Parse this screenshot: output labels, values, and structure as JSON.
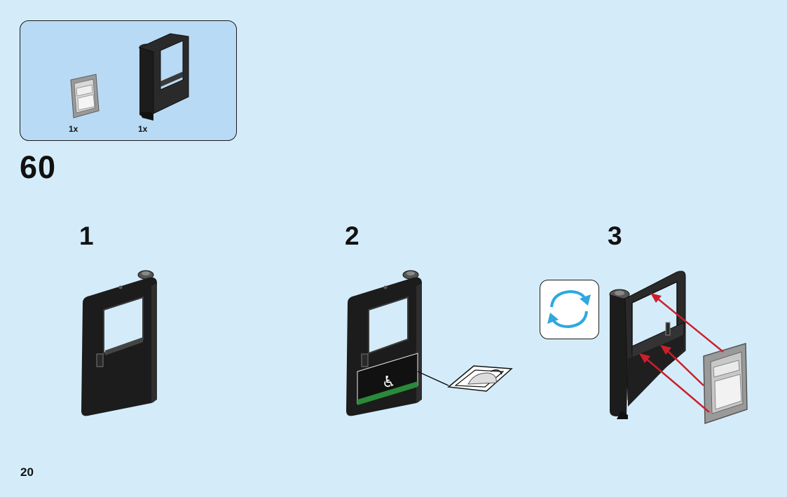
{
  "parts_callout": {
    "items": [
      {
        "icon": "glass-pane-icon",
        "quantity": "1x"
      },
      {
        "icon": "door-frame-icon",
        "quantity": "1x"
      }
    ]
  },
  "step": {
    "number": "60",
    "sub_steps": [
      {
        "label": "1"
      },
      {
        "label": "2"
      },
      {
        "label": "3"
      }
    ]
  },
  "rotate": {
    "icon": "rotate-arrows-icon"
  },
  "page": {
    "number": "20"
  },
  "colors": {
    "background": "#d4ecfa",
    "callout": "#b8daf4",
    "door": "#1c1c1c",
    "sticker_green": "#2a8a3a",
    "arrow": "#cc1f2b",
    "rotate_arrow": "#2ea8e0"
  }
}
